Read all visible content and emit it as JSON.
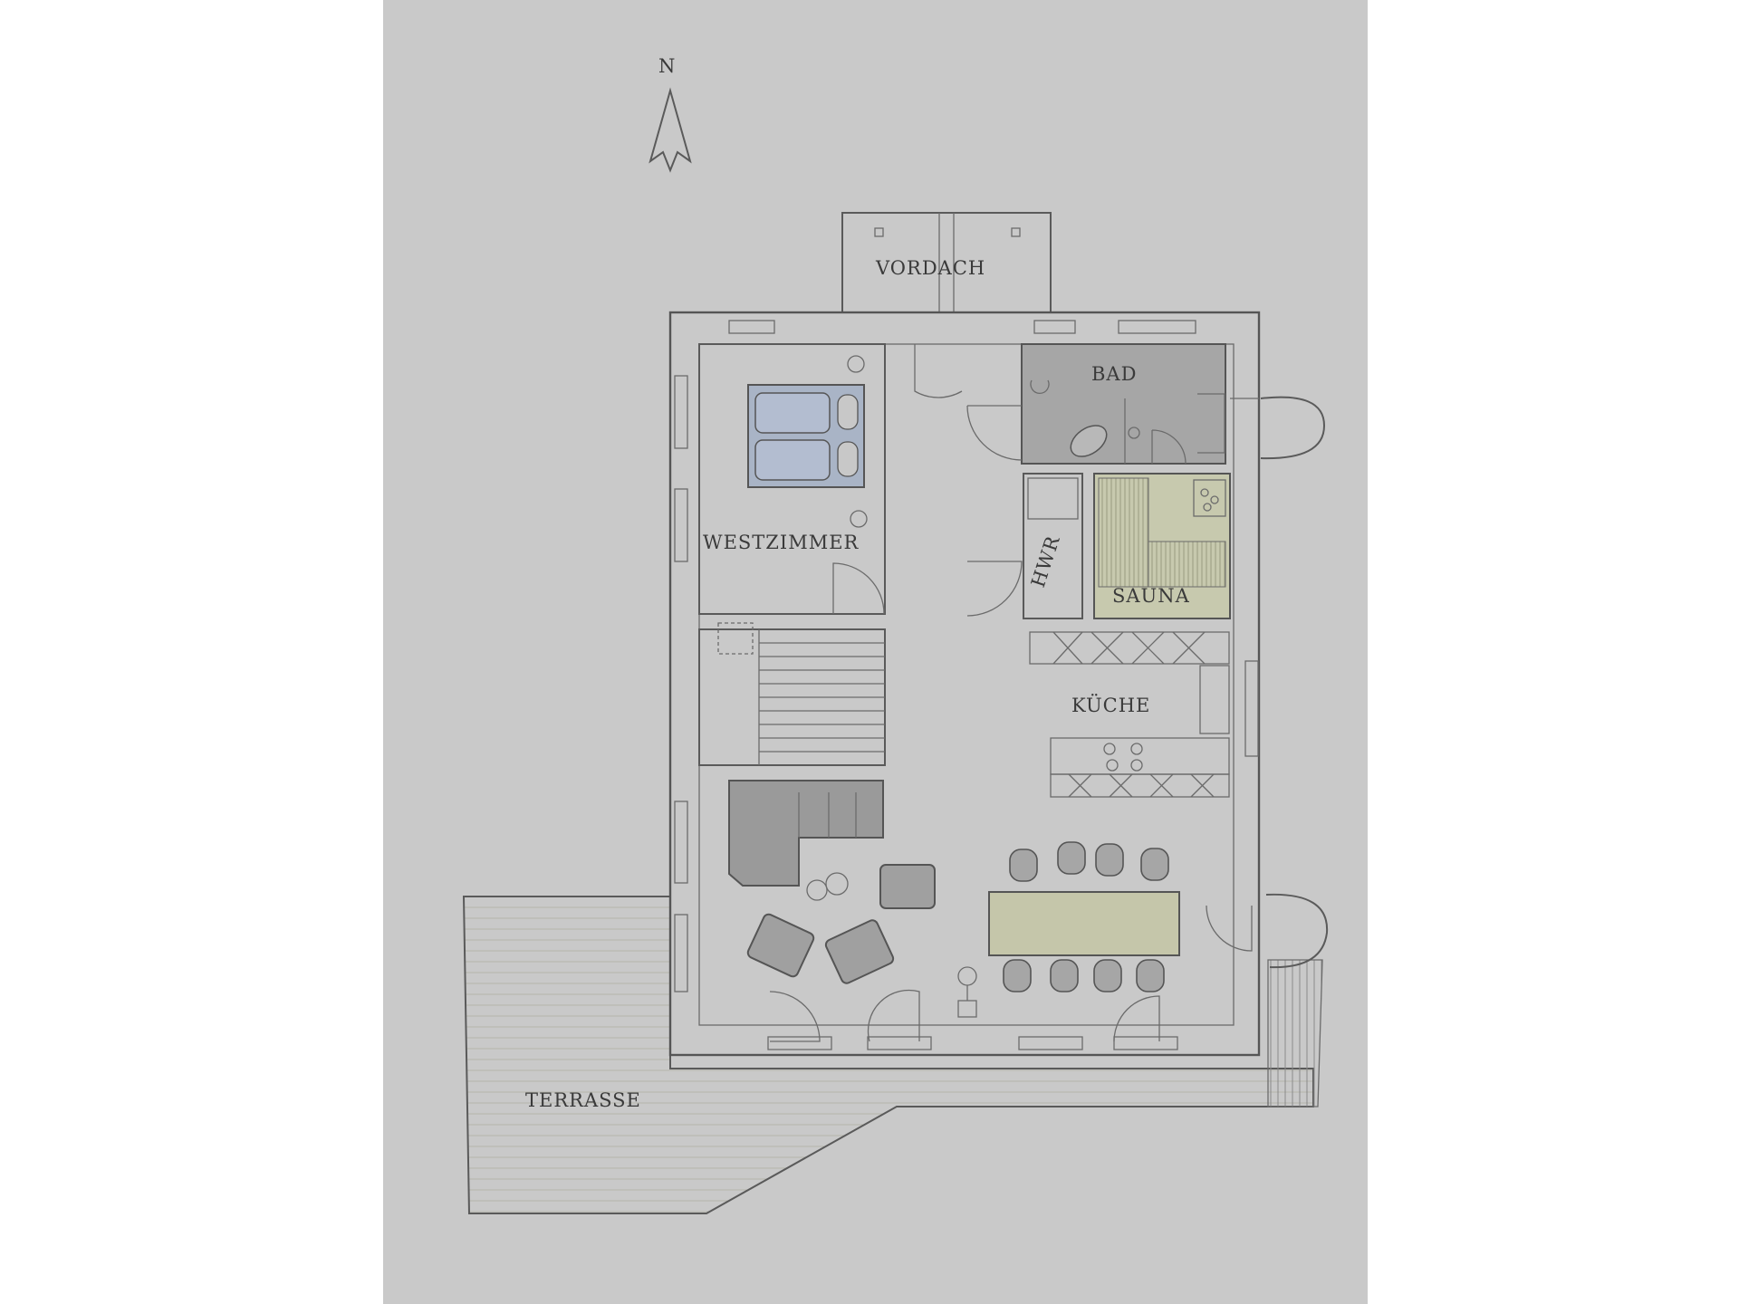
{
  "plan": {
    "north": "N",
    "rooms": {
      "vordach": "VORDACH",
      "bad": "BAD",
      "westzimmer": "WESTZIMMER",
      "hwr": "HWR",
      "sauna": "SAUNA",
      "kueche": "KÜCHE",
      "terrasse": "TERRASSE"
    }
  },
  "colors": {
    "paper": "#c9c9c9",
    "bad_fill": "#a6a6a6",
    "bed_fill": "#a9b4c6",
    "sauna_fill": "#c7c9ae",
    "table_fill": "#c5c6aa",
    "sofa_fill": "#9a9a9a",
    "ink": "#555555"
  }
}
